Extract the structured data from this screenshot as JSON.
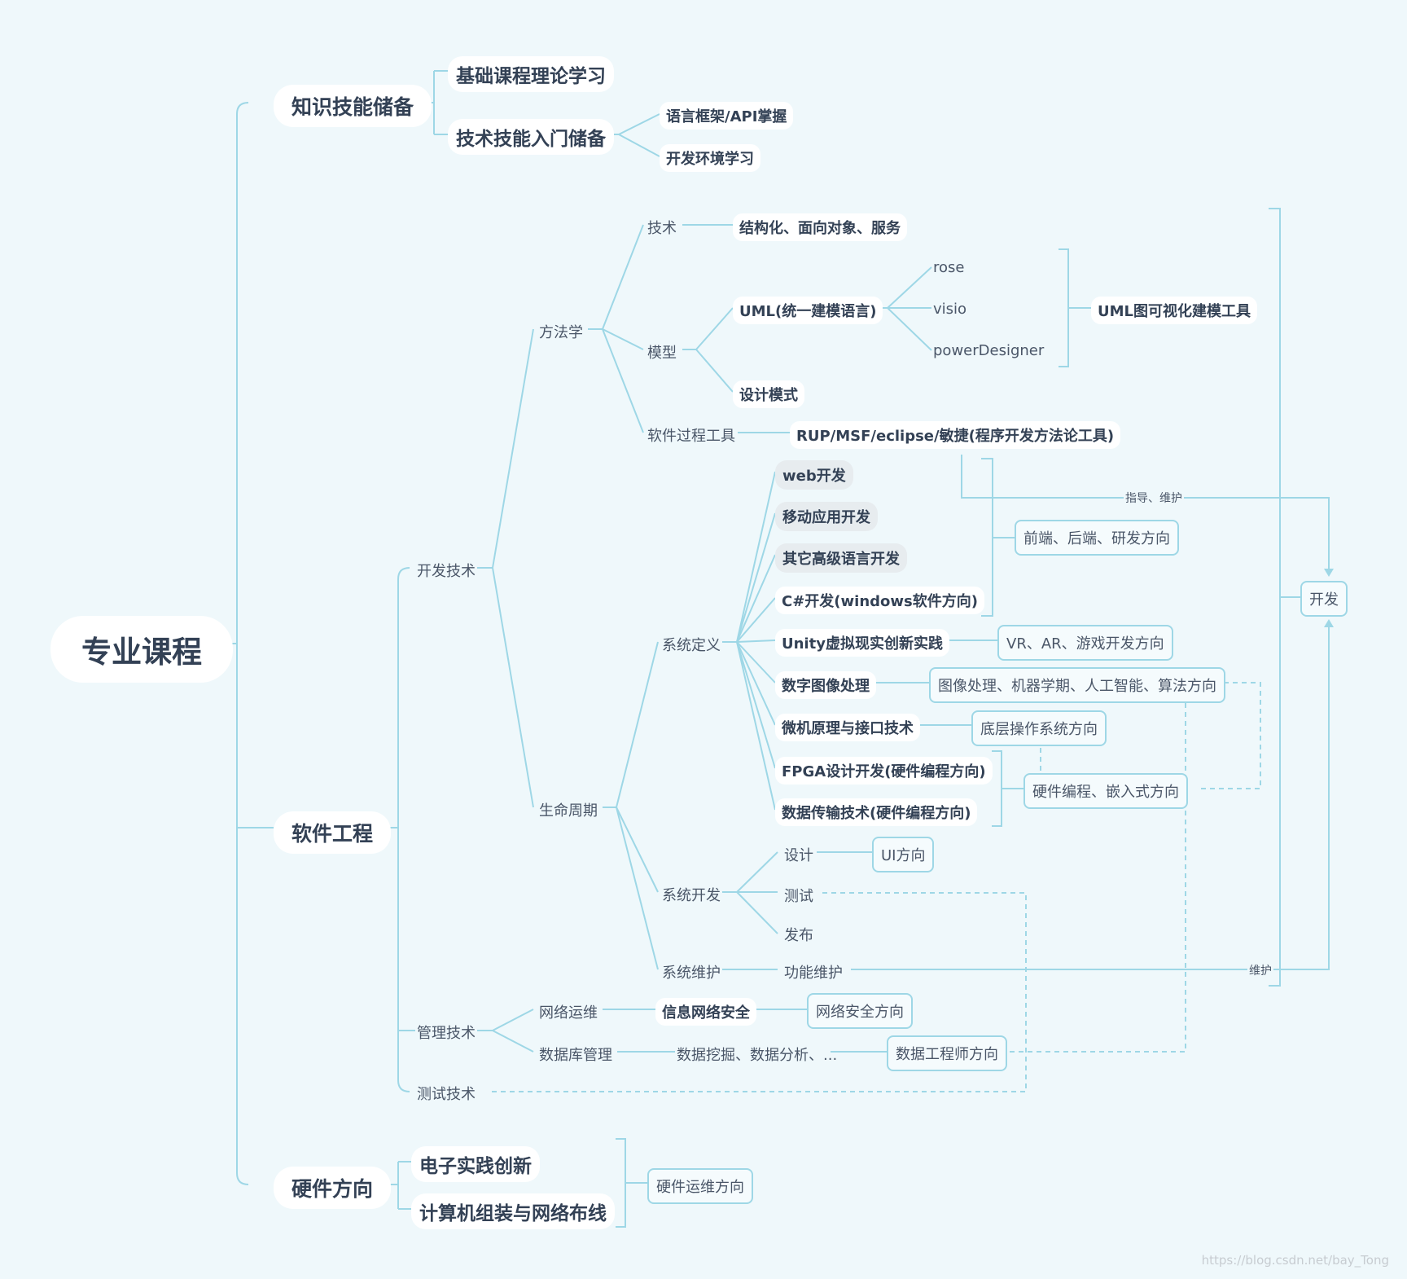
{
  "root": "专业课程",
  "branches": {
    "knowledge": "知识技能储备",
    "software": "软件工程",
    "hardware": "硬件方向"
  },
  "knowledge": {
    "basic": "基础课程理论学习",
    "entry": "技术技能入门储备",
    "frameworks": "语言框架/API掌握",
    "env": "开发环境学习"
  },
  "software": {
    "devtech": "开发技术",
    "methodology": "方法学",
    "tech": "技术",
    "tech_item": "结构化、面向对象、服务",
    "model": "模型",
    "uml": "UML(统一建模语言)",
    "rose": "rose",
    "visio": "visio",
    "powerdesigner": "powerDesigner",
    "uml_tools": "UML图可视化建模工具",
    "design_pattern": "设计模式",
    "process_tool": "软件过程工具",
    "process_tool_item": "RUP/MSF/eclipse/敏捷(程序开发方法论工具)",
    "lifecycle": "生命周期",
    "sysdef": "系统定义",
    "web": "web开发",
    "mobile": "移动应用开发",
    "other_lang": "其它高级语言开发",
    "csharp": "C#开发(windows软件方向)",
    "unity": "Unity虚拟现实创新实践",
    "image": "数字图像处理",
    "micro": "微机原理与接口技术",
    "fpga": "FPGA设计开发(硬件编程方向)",
    "data_trans": "数据传输技术(硬件编程方向)",
    "frontend_dir": "前端、后端、研发方向",
    "vr_dir": "VR、AR、游戏开发方向",
    "image_dir": "图像处理、机器学期、人工智能、算法方向",
    "os_dir": "底层操作系统方向",
    "embedded_dir": "硬件编程、嵌入式方向",
    "sysdev": "系统开发",
    "design": "设计",
    "ui_dir": "UI方向",
    "test": "测试",
    "release": "发布",
    "sysmaint": "系统维护",
    "func_maint": "功能维护",
    "mgmt": "管理技术",
    "netops": "网络运维",
    "infosec": "信息网络安全",
    "netsec_dir": "网络安全方向",
    "db": "数据库管理",
    "db_item": "数据挖掘、数据分析、...",
    "data_eng_dir": "数据工程师方向",
    "testtech": "测试技术",
    "develop": "开发",
    "guide_label": "指导、维护",
    "maint_label": "维护"
  },
  "hardware": {
    "electronics": "电子实践创新",
    "assembly": "计算机组装与网络布线",
    "ops_dir": "硬件运维方向"
  },
  "watermark": "https://blog.csdn.net/bay_Tong",
  "colors": {
    "background": "#eff8fb",
    "line": "#9ed7e6",
    "text": "#3c4a5c"
  }
}
